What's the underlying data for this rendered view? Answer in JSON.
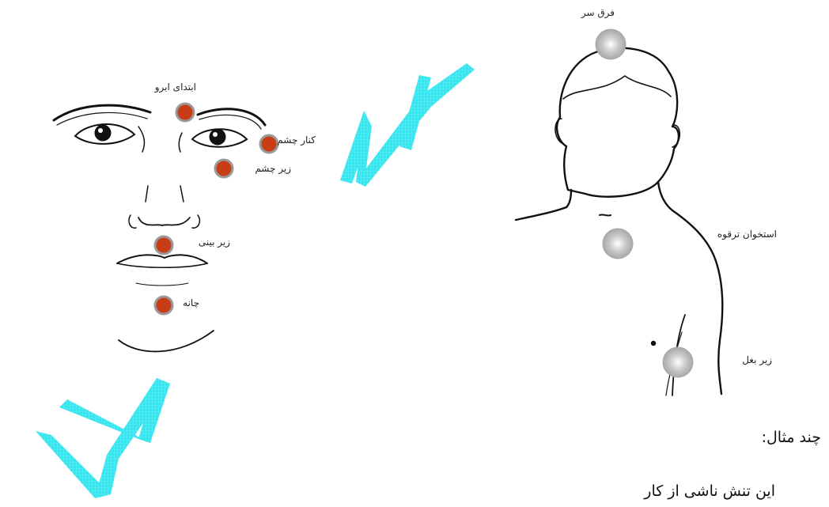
{
  "colors": {
    "point_face": "#c83c16",
    "point_ring": "#9a9a9a",
    "body_spot": "#b4b4b4",
    "watermark": "#33e6f0",
    "outline": "#111111"
  },
  "face_labels": {
    "eyebrow_start": "ابتدای ابرو",
    "eye_corner": "کنار چشم",
    "under_eye": "زیر چشم",
    "under_nose": "زیر بینی",
    "chin": "چانه"
  },
  "body_labels": {
    "crown": "فرق سر",
    "collarbone": "استخوان ترقوه",
    "underarm": "زیر بغل"
  },
  "text": {
    "examples_heading": "چند مثال:",
    "example_line": "این تنش ناشی از کار"
  },
  "icons": [
    "tapping-point-icon",
    "body-spot-icon",
    "watermark-letter-w"
  ]
}
